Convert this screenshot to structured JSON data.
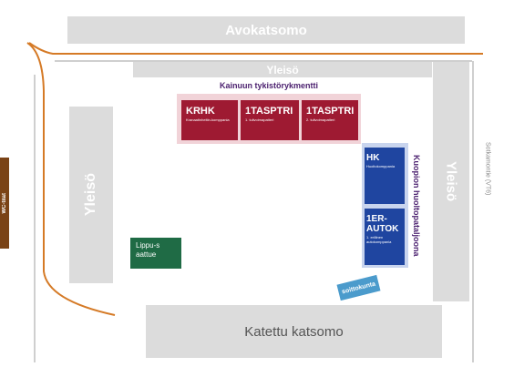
{
  "stands": {
    "top": "Avokatsomo",
    "upper": "Yleisö",
    "left": "Yleisö",
    "right": "Yleisö",
    "bottom": "Katettu katsomo"
  },
  "kainuu": {
    "title": "Kainuun tykistörykmentti",
    "units": [
      {
        "name": "KRHK",
        "sub": "Kranaatinheitin-komppania"
      },
      {
        "name": "1TASPTRI",
        "sub": "1. tulivoimapatteri"
      },
      {
        "name": "1TASPTRI",
        "sub": "2. tulivoimapatteri"
      }
    ]
  },
  "kuopio": {
    "title": "Kuopion huoltopataljoona",
    "units": [
      {
        "name": "HK",
        "sub": "Huoltokomppania"
      },
      {
        "name": "1ER-AUTOK",
        "sub": "1. erillinen autokomppania"
      }
    ]
  },
  "ticket": "Lippu-saattue",
  "band": "soittokunta",
  "road": "Sotkamontie (VT6)",
  "wc": "WC-tilat",
  "colors": {
    "stand": "#dcdcdc",
    "red_unit": "#9e1a32",
    "red_bg": "#f1d3d8",
    "blue_unit": "#1f45a0",
    "blue_bg": "#c8d4ee",
    "ticket": "#1f6b45",
    "band": "#4b9bcc",
    "wc": "#7a4316",
    "path": "#d57a26"
  }
}
